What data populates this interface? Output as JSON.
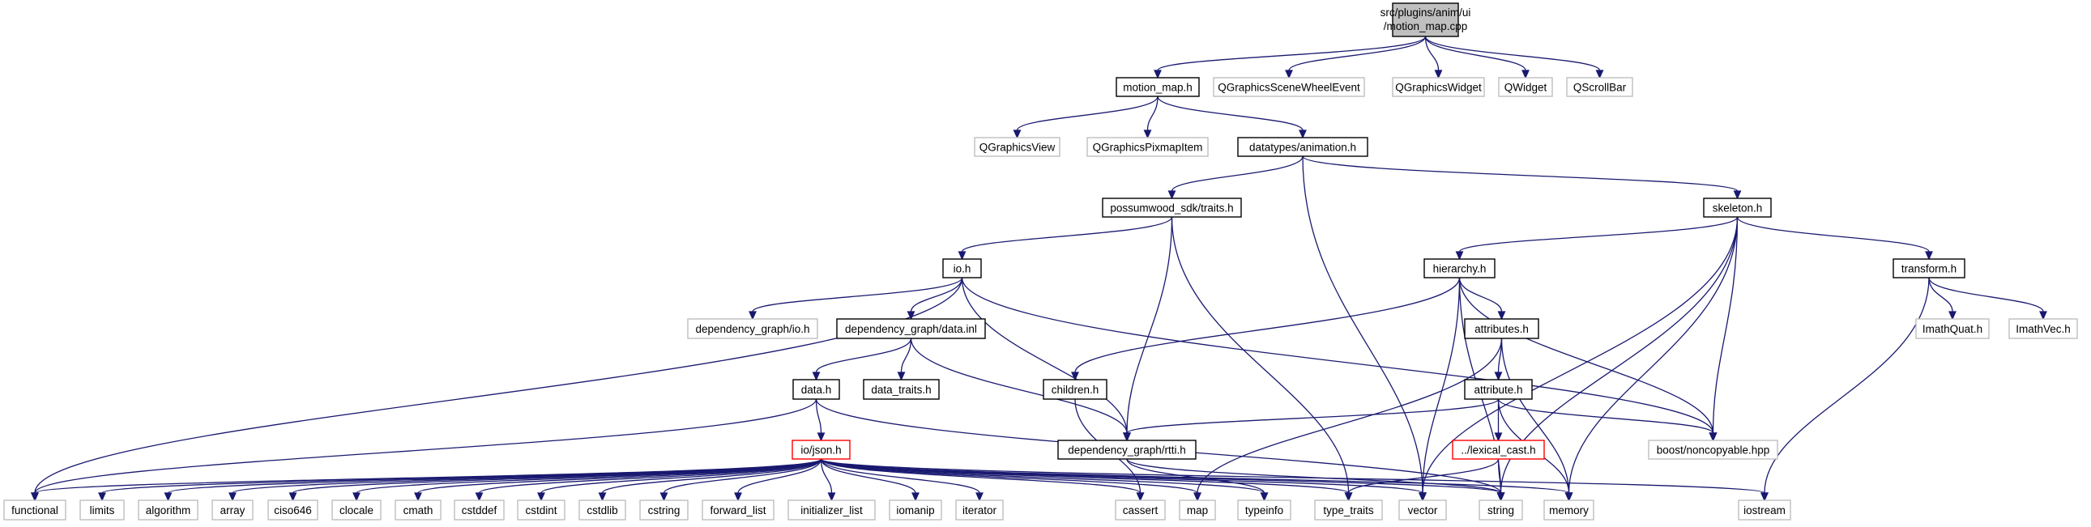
{
  "colors": {
    "edge": "#191970",
    "documented_border": "#000000",
    "undocumented_border": "#bfbfbf",
    "truncated_border": "#ff0000",
    "root_fill": "#bfbfbf"
  },
  "nodes": {
    "root": {
      "label_line1": "src/plugins/anim/ui",
      "label_line2": "/motion_map.cpp",
      "kind": "root"
    },
    "motion_map_h": {
      "label": "motion_map.h",
      "kind": "documented"
    },
    "qgraphicsscenewheelevent": {
      "label": "QGraphicsSceneWheelEvent",
      "kind": "undocumented"
    },
    "qgraphicswidget": {
      "label": "QGraphicsWidget",
      "kind": "undocumented"
    },
    "qwidget": {
      "label": "QWidget",
      "kind": "undocumented"
    },
    "qscrollbar": {
      "label": "QScrollBar",
      "kind": "undocumented"
    },
    "qgraphicsview": {
      "label": "QGraphicsView",
      "kind": "undocumented"
    },
    "qgraphicspixmapitem": {
      "label": "QGraphicsPixmapItem",
      "kind": "undocumented"
    },
    "datatypes_animation_h": {
      "label": "datatypes/animation.h",
      "kind": "documented"
    },
    "possumwood_traits_h": {
      "label": "possumwood_sdk/traits.h",
      "kind": "documented"
    },
    "skeleton_h": {
      "label": "skeleton.h",
      "kind": "documented"
    },
    "io_h": {
      "label": "io.h",
      "kind": "documented"
    },
    "hierarchy_h": {
      "label": "hierarchy.h",
      "kind": "documented"
    },
    "transform_h": {
      "label": "transform.h",
      "kind": "documented"
    },
    "dependency_graph_io_h": {
      "label": "dependency_graph/io.h",
      "kind": "undocumented"
    },
    "dependency_graph_data_inl": {
      "label": "dependency_graph/data.inl",
      "kind": "documented"
    },
    "attributes_h": {
      "label": "attributes.h",
      "kind": "documented"
    },
    "imathquat_h": {
      "label": "ImathQuat.h",
      "kind": "undocumented"
    },
    "imathvec_h": {
      "label": "ImathVec.h",
      "kind": "undocumented"
    },
    "data_h": {
      "label": "data.h",
      "kind": "documented"
    },
    "data_traits_h": {
      "label": "data_traits.h",
      "kind": "documented"
    },
    "children_h": {
      "label": "children.h",
      "kind": "documented"
    },
    "attribute_h": {
      "label": "attribute.h",
      "kind": "documented"
    },
    "dependency_graph_rtti_h": {
      "label": "dependency_graph/rtti.h",
      "kind": "documented"
    },
    "lexical_cast_h": {
      "label": "../lexical_cast.h",
      "kind": "truncated"
    },
    "boost_noncopyable_hpp": {
      "label": "boost/noncopyable.hpp",
      "kind": "undocumented"
    },
    "io_json_h": {
      "label": "io/json.h",
      "kind": "truncated"
    },
    "functional": {
      "label": "functional",
      "kind": "undocumented"
    },
    "limits": {
      "label": "limits",
      "kind": "undocumented"
    },
    "algorithm": {
      "label": "algorithm",
      "kind": "undocumented"
    },
    "array": {
      "label": "array",
      "kind": "undocumented"
    },
    "ciso646": {
      "label": "ciso646",
      "kind": "undocumented"
    },
    "clocale": {
      "label": "clocale",
      "kind": "undocumented"
    },
    "cmath": {
      "label": "cmath",
      "kind": "undocumented"
    },
    "cstddef": {
      "label": "cstddef",
      "kind": "undocumented"
    },
    "cstdint": {
      "label": "cstdint",
      "kind": "undocumented"
    },
    "cstdlib": {
      "label": "cstdlib",
      "kind": "undocumented"
    },
    "cstring": {
      "label": "cstring",
      "kind": "undocumented"
    },
    "forward_list": {
      "label": "forward_list",
      "kind": "undocumented"
    },
    "initializer_list": {
      "label": "initializer_list",
      "kind": "undocumented"
    },
    "iomanip": {
      "label": "iomanip",
      "kind": "undocumented"
    },
    "iterator": {
      "label": "iterator",
      "kind": "undocumented"
    },
    "cassert": {
      "label": "cassert",
      "kind": "undocumented"
    },
    "map": {
      "label": "map",
      "kind": "undocumented"
    },
    "typeinfo": {
      "label": "typeinfo",
      "kind": "undocumented"
    },
    "type_traits": {
      "label": "type_traits",
      "kind": "undocumented"
    },
    "vector": {
      "label": "vector",
      "kind": "undocumented"
    },
    "string": {
      "label": "string",
      "kind": "undocumented"
    },
    "memory": {
      "label": "memory",
      "kind": "undocumented"
    },
    "iostream": {
      "label": "iostream",
      "kind": "undocumented"
    }
  },
  "edges": [
    [
      "root",
      "motion_map_h"
    ],
    [
      "root",
      "qgraphicsscenewheelevent"
    ],
    [
      "root",
      "qgraphicswidget"
    ],
    [
      "root",
      "qwidget"
    ],
    [
      "root",
      "qscrollbar"
    ],
    [
      "motion_map_h",
      "qgraphicsview"
    ],
    [
      "motion_map_h",
      "qgraphicspixmapitem"
    ],
    [
      "motion_map_h",
      "datatypes_animation_h"
    ],
    [
      "datatypes_animation_h",
      "possumwood_traits_h"
    ],
    [
      "datatypes_animation_h",
      "skeleton_h"
    ],
    [
      "datatypes_animation_h",
      "vector"
    ],
    [
      "possumwood_traits_h",
      "io_h"
    ],
    [
      "possumwood_traits_h",
      "dependency_graph_rtti_h"
    ],
    [
      "possumwood_traits_h",
      "type_traits"
    ],
    [
      "skeleton_h",
      "hierarchy_h"
    ],
    [
      "skeleton_h",
      "transform_h"
    ],
    [
      "skeleton_h",
      "boost_noncopyable_hpp"
    ],
    [
      "skeleton_h",
      "vector"
    ],
    [
      "skeleton_h",
      "string"
    ],
    [
      "skeleton_h",
      "memory"
    ],
    [
      "io_h",
      "dependency_graph_io_h"
    ],
    [
      "io_h",
      "dependency_graph_data_inl"
    ],
    [
      "io_h",
      "functional"
    ],
    [
      "io_h",
      "dependency_graph_rtti_h"
    ],
    [
      "io_h",
      "boost_noncopyable_hpp"
    ],
    [
      "hierarchy_h",
      "attributes_h"
    ],
    [
      "hierarchy_h",
      "children_h"
    ],
    [
      "hierarchy_h",
      "boost_noncopyable_hpp"
    ],
    [
      "hierarchy_h",
      "vector"
    ],
    [
      "hierarchy_h",
      "string"
    ],
    [
      "transform_h",
      "imathquat_h"
    ],
    [
      "transform_h",
      "imathvec_h"
    ],
    [
      "transform_h",
      "iostream"
    ],
    [
      "dependency_graph_data_inl",
      "data_h"
    ],
    [
      "dependency_graph_data_inl",
      "data_traits_h"
    ],
    [
      "dependency_graph_data_inl",
      "dependency_graph_rtti_h"
    ],
    [
      "attributes_h",
      "attribute_h"
    ],
    [
      "attributes_h",
      "map"
    ],
    [
      "attributes_h",
      "memory"
    ],
    [
      "data_h",
      "io_json_h"
    ],
    [
      "data_h",
      "functional"
    ],
    [
      "data_h",
      "string"
    ],
    [
      "children_h",
      "cassert"
    ],
    [
      "attribute_h",
      "lexical_cast_h"
    ],
    [
      "attribute_h",
      "dependency_graph_rtti_h"
    ],
    [
      "attribute_h",
      "boost_noncopyable_hpp"
    ],
    [
      "attribute_h",
      "memory"
    ],
    [
      "lexical_cast_h",
      "string"
    ],
    [
      "lexical_cast_h",
      "type_traits"
    ],
    [
      "dependency_graph_rtti_h",
      "typeinfo"
    ],
    [
      "dependency_graph_rtti_h",
      "string"
    ],
    [
      "io_json_h",
      "functional"
    ],
    [
      "io_json_h",
      "limits"
    ],
    [
      "io_json_h",
      "algorithm"
    ],
    [
      "io_json_h",
      "array"
    ],
    [
      "io_json_h",
      "ciso646"
    ],
    [
      "io_json_h",
      "clocale"
    ],
    [
      "io_json_h",
      "cmath"
    ],
    [
      "io_json_h",
      "cstddef"
    ],
    [
      "io_json_h",
      "cstdint"
    ],
    [
      "io_json_h",
      "cstdlib"
    ],
    [
      "io_json_h",
      "cstring"
    ],
    [
      "io_json_h",
      "forward_list"
    ],
    [
      "io_json_h",
      "initializer_list"
    ],
    [
      "io_json_h",
      "iomanip"
    ],
    [
      "io_json_h",
      "iterator"
    ],
    [
      "io_json_h",
      "cassert"
    ],
    [
      "io_json_h",
      "map"
    ],
    [
      "io_json_h",
      "typeinfo"
    ],
    [
      "io_json_h",
      "type_traits"
    ],
    [
      "io_json_h",
      "vector"
    ],
    [
      "io_json_h",
      "string"
    ],
    [
      "io_json_h",
      "memory"
    ],
    [
      "io_json_h",
      "iostream"
    ]
  ]
}
